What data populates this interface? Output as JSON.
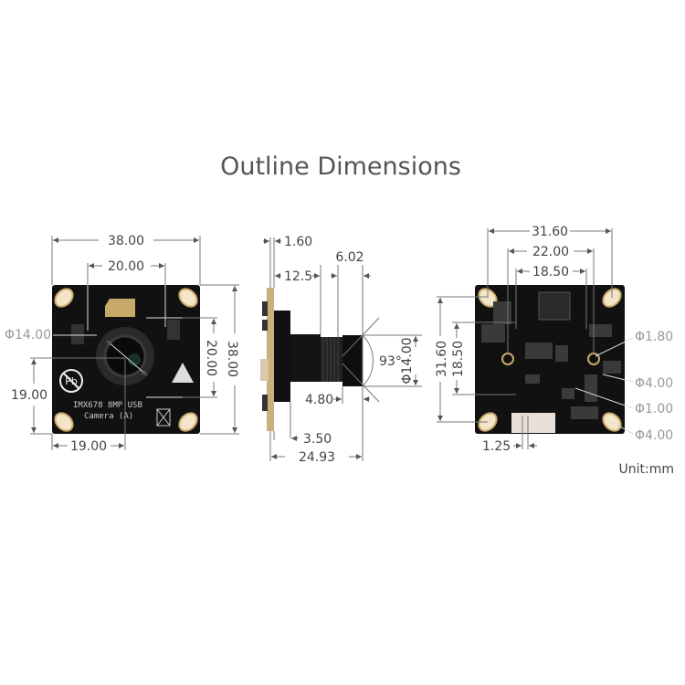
{
  "title": "Outline Dimensions",
  "unit_label": "Unit:mm",
  "front_view": {
    "width": "38.00",
    "hole_spacing_h": "20.00",
    "height": "38.00",
    "hole_spacing_v": "20.00",
    "lens_diameter": "Φ14.00",
    "lens_center_y": "19.00",
    "lens_center_x": "19.00",
    "silk_line1": "IMX678 8MP USB",
    "silk_line2": "Camera (A)",
    "lead_free_mark": "Pb"
  },
  "side_view": {
    "pcb_thickness": "1.60",
    "lens_length_a": "12.5",
    "lens_front": "6.02",
    "lens_diameter": "Φ14.00",
    "fov": "93°",
    "thread": "4.80",
    "holder_offset": "3.50",
    "total_depth": "24.93"
  },
  "back_view": {
    "hole_spacing_h": "31.60",
    "mount_spacing_a": "22.00",
    "mount_spacing_b": "18.50",
    "hole_spacing_v": "31.60",
    "mount_spacing_v": "18.50",
    "mount_hole": "Φ1.80",
    "pad_outer_a": "Φ4.00",
    "via_hole": "Φ1.00",
    "pad_outer_b": "Φ4.00",
    "connector_pitch": "1.25"
  }
}
